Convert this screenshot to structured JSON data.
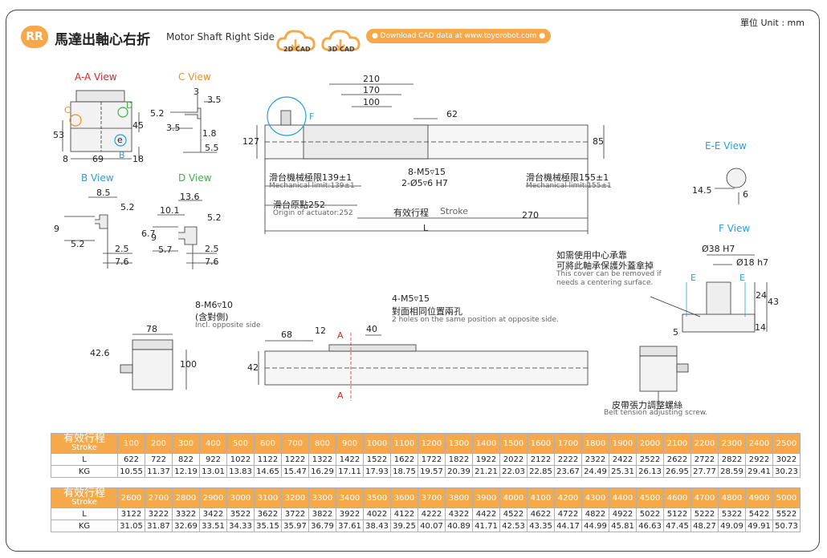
{
  "header": {
    "unit": "單位 Unit : mm",
    "badge": "RR",
    "title_zh": "馬達出軸心右折",
    "title_en": "Motor Shaft Right Side",
    "cad_2d": "2D CAD",
    "cad_3d": "3D CAD",
    "download": "● Download CAD data at www.toyorobot.com ●"
  },
  "views": {
    "aa": "A-A View",
    "c": "C View",
    "b": "B View",
    "d": "D View",
    "e": "E-E View",
    "f": "F View"
  },
  "dims": {
    "aa_53": "53",
    "aa_45": "45",
    "aa_8": "8",
    "aa_69": "69",
    "aa_18": "18",
    "aa_c": "C",
    "aa_d": "D",
    "aa_e": "e",
    "aa_b": "B",
    "c_3": "3",
    "c_35a": "3.5",
    "c_52": "5.2",
    "c_35b": "3.5",
    "c_18": "1.8",
    "c_55": "5.5",
    "b_85": "8.5",
    "b_52a": "5.2",
    "b_9": "9",
    "b_52b": "5.2",
    "b_25": "2.5",
    "b_76": "7.6",
    "d_136": "13.6",
    "d_101": "10.1",
    "d_52": "5.2",
    "d_67": "6.7",
    "d_9": "9",
    "d_57": "5.7",
    "d_25": "2.5",
    "d_76": "7.6",
    "m_210": "210",
    "m_170": "170",
    "m_100": "100",
    "m_62": "62",
    "m_127": "127",
    "m_85": "85",
    "m_f": "F",
    "m_270": "270",
    "m_l": "L",
    "e_145": "14.5",
    "e_6": "6",
    "f_38": "Ø38 H7",
    "f_18": "Ø18 h7",
    "f_24": "24",
    "f_43": "43",
    "f_14": "14",
    "f_5": "5",
    "f_ea": "E",
    "f_eb": "E",
    "s_78": "78",
    "s_426": "42.6",
    "s_100": "100",
    "b2_68": "68",
    "b2_12": "12",
    "b2_40": "40",
    "b2_42": "42",
    "b2_aa": "A",
    "b2_ab": "A"
  },
  "notes": {
    "limit139_zh": "滑台機械極限139±1",
    "limit139_en": "Mechanical limit:139±1",
    "holes_m5": "8-M5▿15",
    "holes_pin": "2-Ø5▿6 H7",
    "limit155_zh": "滑台機械極限155±1",
    "limit155_en": "Mechanical limit:155±1",
    "origin_zh": "滑台原點252",
    "origin_en": "Origin of actuator:252",
    "stroke_zh": "有效行程",
    "stroke_en": "Stroke",
    "m6_a": "8-M6▿10",
    "m6_b": "(含對側)",
    "m6_en": "Incl. opposite side",
    "m5_a": "4-M5▿15",
    "m5_b": "對面相同位置兩孔",
    "m5_en": "2 holes on the same position at opposite side.",
    "cover_a": "如需使用中心承靠",
    "cover_b": "可將此軸承保護外蓋拿掉",
    "cover_en1": "This cover can be removed if",
    "cover_en2": "needs a centering surface.",
    "belt_zh": "皮帶張力調整螺絲",
    "belt_en": "Belt tension adjusting screw."
  },
  "table1": {
    "head_zh": "有效行程",
    "head_en": "Stroke",
    "l_label": "L",
    "kg_label": "KG",
    "strokes": [
      "100",
      "200",
      "300",
      "400",
      "500",
      "600",
      "700",
      "800",
      "900",
      "1000",
      "1100",
      "1200",
      "1300",
      "1400",
      "1500",
      "1600",
      "1700",
      "1800",
      "1900",
      "2000",
      "2100",
      "2200",
      "2300",
      "2400",
      "2500"
    ],
    "l": [
      "622",
      "722",
      "822",
      "922",
      "1022",
      "1122",
      "1222",
      "1322",
      "1422",
      "1522",
      "1622",
      "1722",
      "1822",
      "1922",
      "2022",
      "2122",
      "2222",
      "2322",
      "2422",
      "2522",
      "2622",
      "2722",
      "2822",
      "2922",
      "3022"
    ],
    "kg": [
      "10.55",
      "11.37",
      "12.19",
      "13.01",
      "13.83",
      "14.65",
      "15.47",
      "16.29",
      "17.11",
      "17.93",
      "18.75",
      "19.57",
      "20.39",
      "21.21",
      "22.03",
      "22.85",
      "23.67",
      "24.49",
      "25.31",
      "26.13",
      "26.95",
      "27.77",
      "28.59",
      "29.41",
      "30.23"
    ]
  },
  "table2": {
    "head_zh": "有效行程",
    "head_en": "Stroke",
    "l_label": "L",
    "kg_label": "KG",
    "strokes": [
      "2600",
      "2700",
      "2800",
      "2900",
      "3000",
      "3100",
      "3200",
      "3300",
      "3400",
      "3500",
      "3600",
      "3700",
      "3800",
      "3900",
      "4000",
      "4100",
      "4200",
      "4300",
      "4400",
      "4500",
      "4600",
      "4700",
      "4800",
      "4900",
      "5000"
    ],
    "l": [
      "3122",
      "3222",
      "3322",
      "3422",
      "3522",
      "3622",
      "3722",
      "3822",
      "3922",
      "4022",
      "4122",
      "4222",
      "4322",
      "4422",
      "4522",
      "4622",
      "4722",
      "4822",
      "4922",
      "5022",
      "5122",
      "5222",
      "5322",
      "5422",
      "5522"
    ],
    "kg": [
      "31.05",
      "31.87",
      "32.69",
      "33.51",
      "34.33",
      "35.15",
      "35.97",
      "36.79",
      "37.61",
      "38.43",
      "39.25",
      "40.07",
      "40.89",
      "41.71",
      "42.53",
      "43.35",
      "44.17",
      "44.99",
      "45.81",
      "46.63",
      "47.45",
      "48.27",
      "49.09",
      "49.91",
      "50.73"
    ]
  },
  "colors": {
    "accent": "#f5a94a",
    "red": "#d9262b",
    "orange": "#f08d1f",
    "blue": "#2a9fd6",
    "green": "#3fae49"
  }
}
